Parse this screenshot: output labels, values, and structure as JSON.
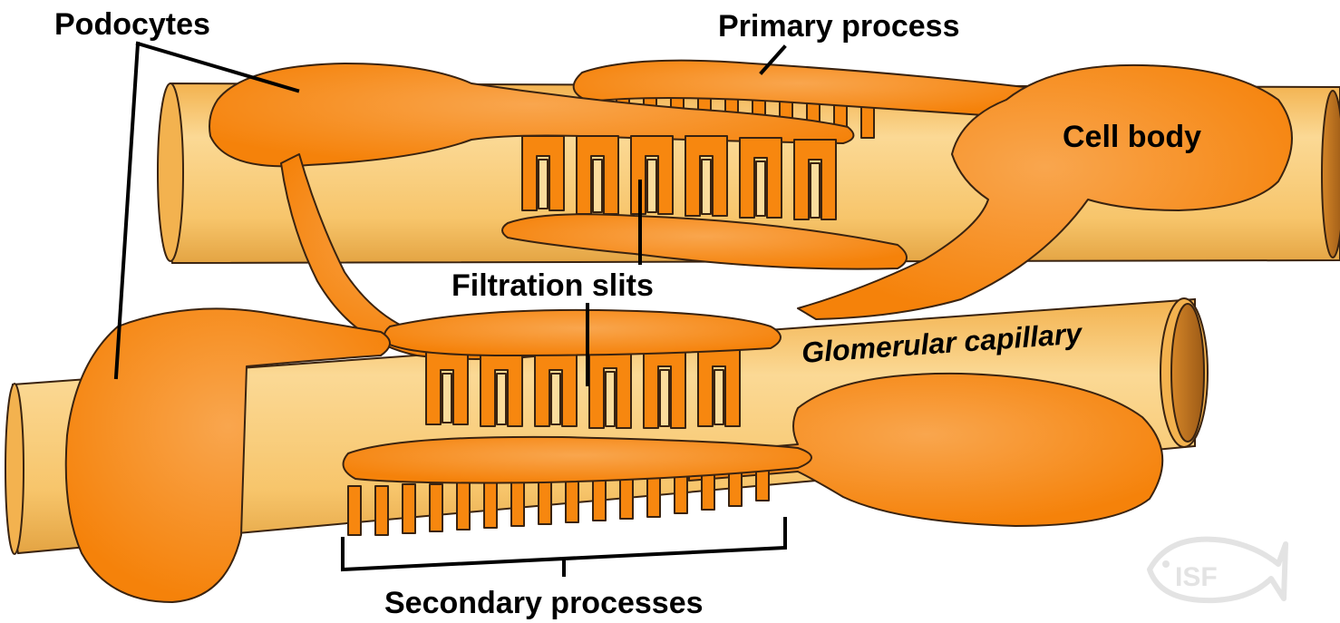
{
  "labels": {
    "podocytes": "Podocytes",
    "primary_process": "Primary process",
    "cell_body": "Cell body",
    "filtration_slits": "Filtration slits",
    "glomerular_capillary": "Glomerular capillary",
    "secondary_processes": "Secondary processes"
  },
  "watermark": "ISF",
  "colors": {
    "capillary_fill": "#f7c56b",
    "capillary_light": "#fbdc9c",
    "capillary_shadow": "#d99a34",
    "capillary_lumen": "#b8701e",
    "podocyte_fill": "#f7870f",
    "podocyte_highlight": "#f9a24a",
    "outline": "#3a2310",
    "slit_fill": "#fbdc9c",
    "watermark": "#e3e3e3"
  },
  "icons": {
    "watermark": "fish-logo-icon"
  }
}
